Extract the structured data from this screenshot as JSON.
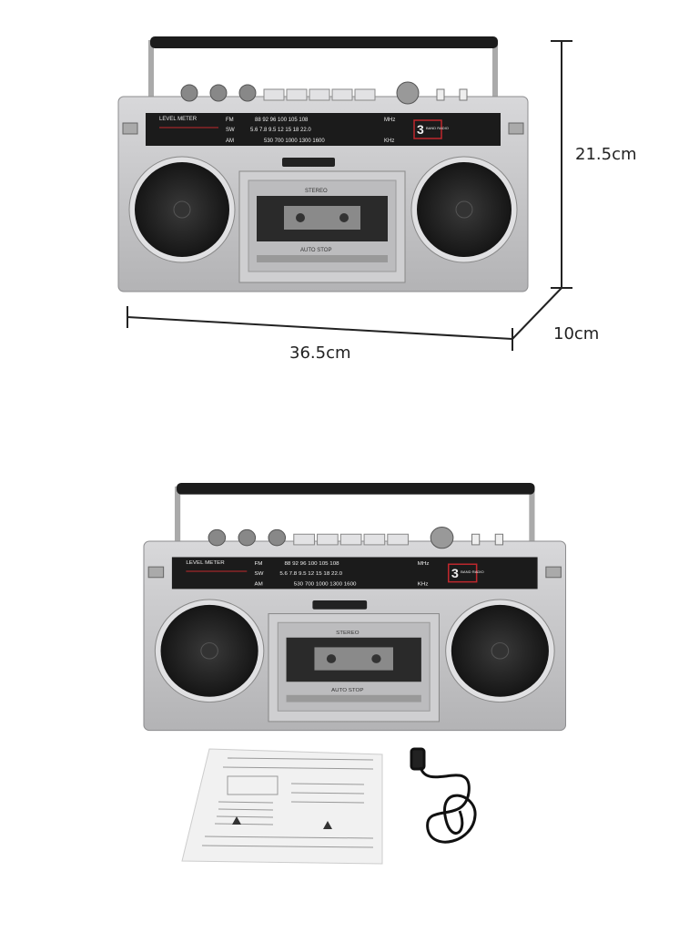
{
  "dimensions": {
    "height": "21.5cm",
    "depth": "10cm",
    "width": "36.5cm"
  },
  "radio_labels": {
    "fm": "FM",
    "sw": "SW",
    "am": "AM",
    "fm_scale": "88   92   96   100   105   108",
    "sw_scale": "5.6  7.8  9.5  12   15   18   22.0",
    "am_scale": "530   700   1000   1300   1600",
    "mhz": "MHz",
    "khz": "KHz",
    "level_meter": "LEVEL METER",
    "band": "3",
    "band_text": "BAND RADIO",
    "stereo": "STEREO",
    "auto_stop": "AUTO STOP"
  },
  "colors": {
    "body": "#c6c6c8",
    "dial": "#1b1b1b",
    "speaker": "#262626",
    "accent": "#c0282d"
  }
}
